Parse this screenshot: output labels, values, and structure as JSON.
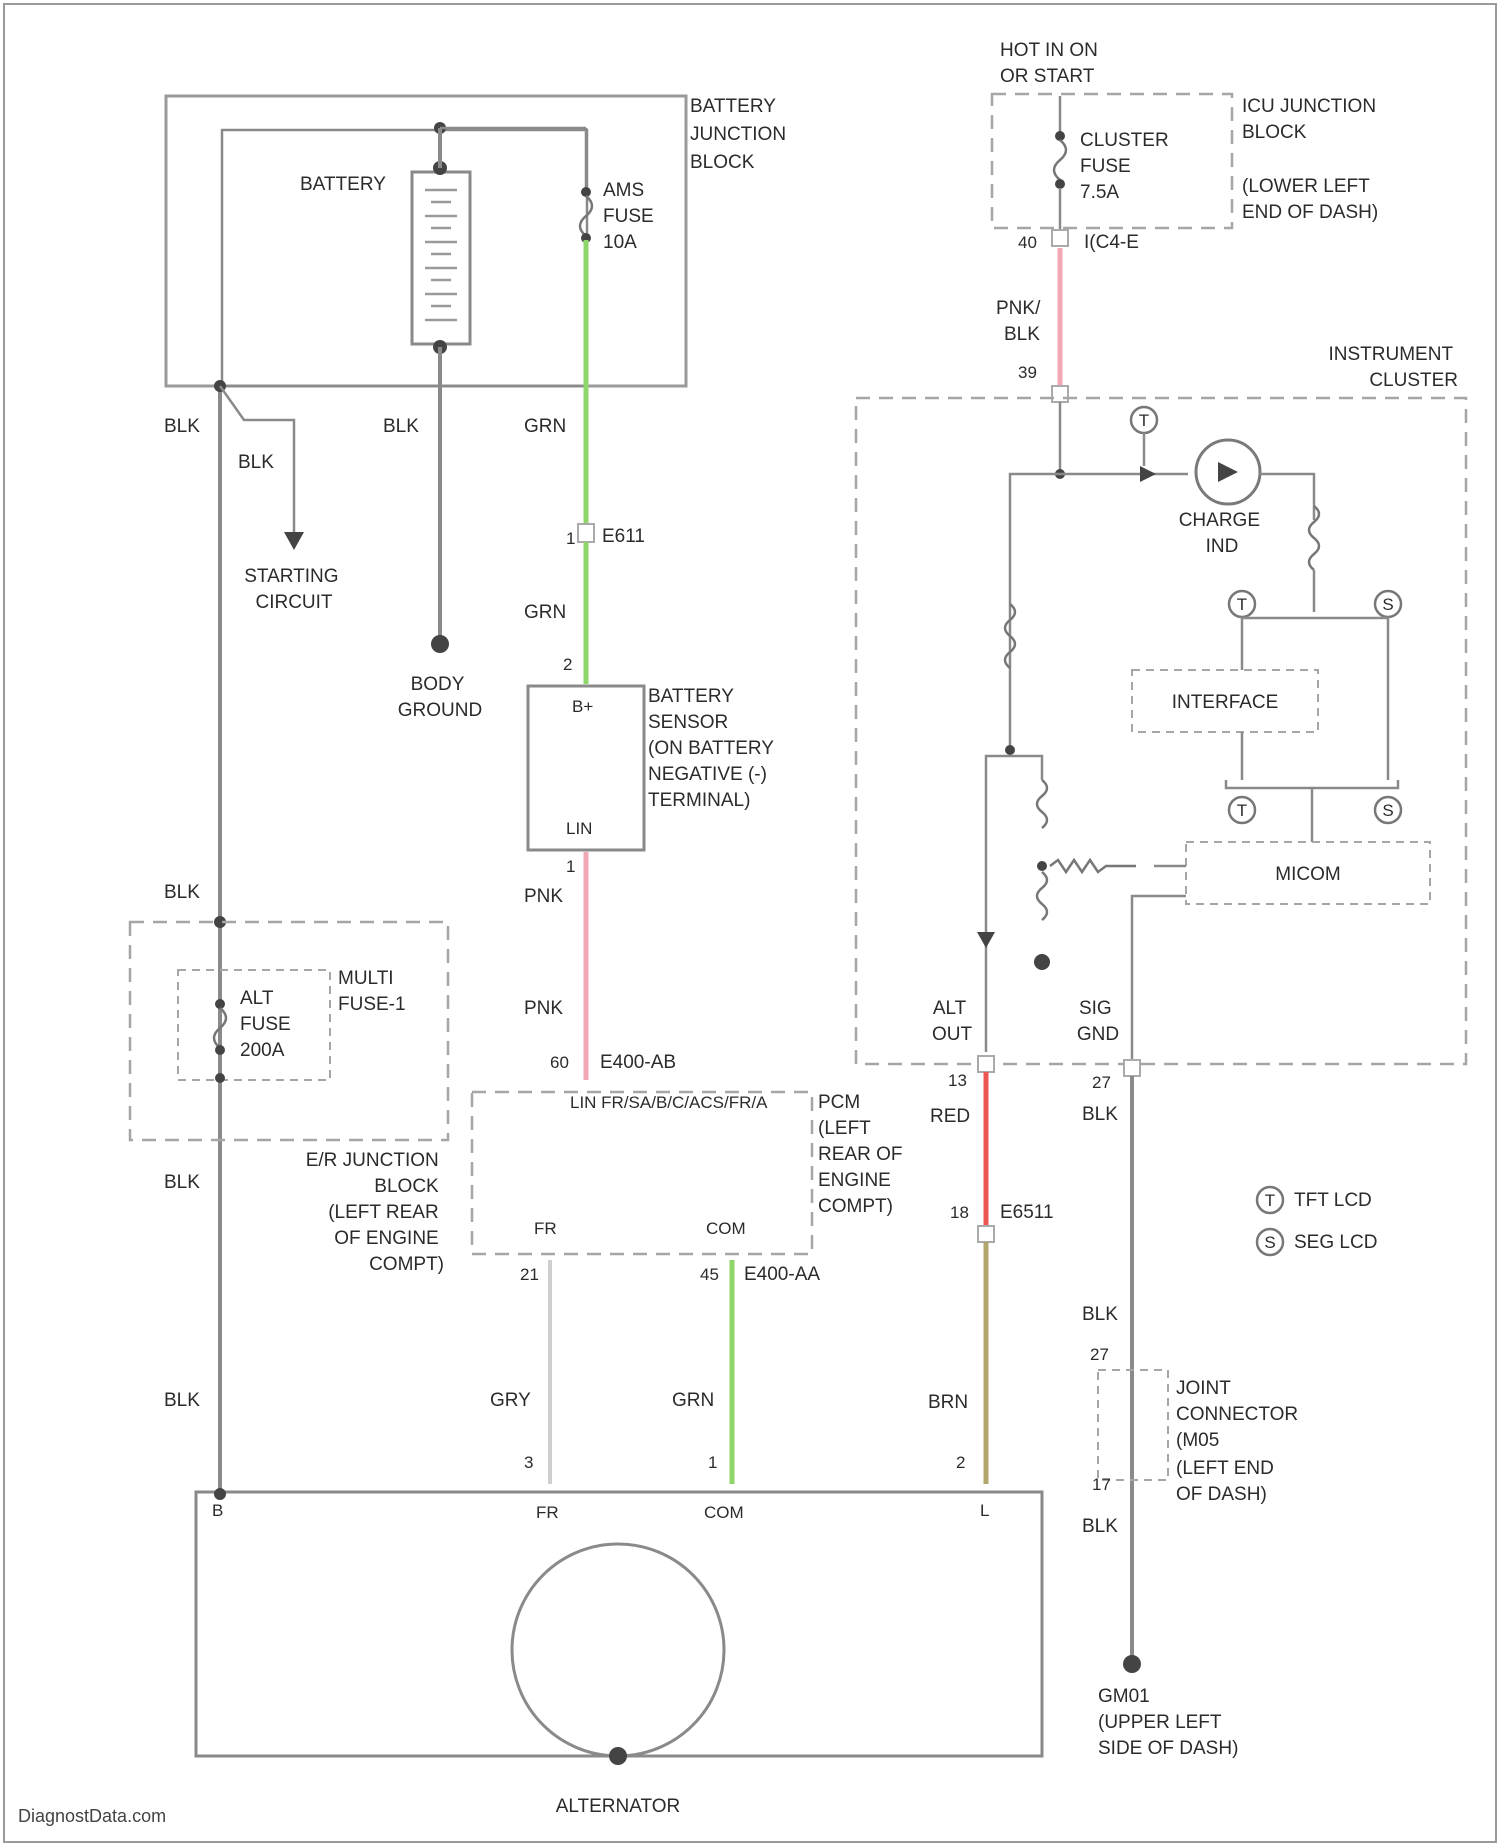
{
  "diagram": {
    "components": {
      "battery_junction_block": [
        "BATTERY",
        "JUNCTION",
        "BLOCK"
      ],
      "battery": "BATTERY",
      "ams_fuse": [
        "AMS",
        "FUSE",
        "10A"
      ],
      "starting_circuit": [
        "STARTING",
        "CIRCUIT"
      ],
      "body_ground": [
        "BODY",
        "GROUND"
      ],
      "battery_sensor": [
        "BATTERY",
        "SENSOR",
        "(ON BATTERY",
        "NEGATIVE (-)",
        "TERMINAL)"
      ],
      "battery_sensor_pins": {
        "bplus": "B+",
        "lin": "LIN"
      },
      "er_junction_block": [
        "E/R JUNCTION",
        "BLOCK",
        "(LEFT REAR",
        "OF ENGINE",
        "COMPT)"
      ],
      "multi_fuse": [
        "MULTI",
        "FUSE-1"
      ],
      "alt_fuse": [
        "ALT",
        "FUSE",
        "200A"
      ],
      "pcm": [
        "PCM",
        "(LEFT",
        "REAR OF",
        "ENGINE",
        "COMPT)"
      ],
      "pcm_pins": {
        "lin": "LIN",
        "fr": "FR",
        "com": "COM"
      },
      "hot_in": [
        "HOT IN ON",
        "OR START"
      ],
      "icu_junction_block": [
        "ICU JUNCTION",
        "BLOCK",
        "(LOWER LEFT",
        "END OF DASH)"
      ],
      "cluster_fuse": [
        "CLUSTER",
        "FUSE",
        "7.5A"
      ],
      "instrument_cluster": [
        "INSTRUMENT",
        "CLUSTER"
      ],
      "charge_ind": [
        "CHARGE",
        "IND"
      ],
      "interface": "INTERFACE",
      "micom": "MICOM",
      "alt_out": [
        "ALT",
        "OUT"
      ],
      "sig_gnd": [
        "SIG",
        "GND"
      ],
      "joint_connector": [
        "JOINT",
        "CONNECTOR",
        "(M05",
        "(LEFT END",
        "OF DASH)"
      ],
      "ground_gm01": [
        "GM01",
        "(UPPER LEFT",
        "SIDE OF DASH)"
      ],
      "alternator": "ALTERNATOR",
      "alternator_pins": {
        "b": "B",
        "fr": "FR",
        "com": "COM",
        "l": "L"
      }
    },
    "wires": {
      "blk": "BLK",
      "grn": "GRN",
      "pnk": "PNK",
      "pnk_blk": [
        "PNK/",
        "BLK"
      ],
      "red": "RED",
      "gry": "GRY",
      "brn": "BRN"
    },
    "connectors": {
      "e611": "E611",
      "e400_ab": "E400-AB",
      "e400_aa": "E400-AA",
      "e6511": "E6511",
      "i_c4_e": "I(C4-E",
      "pcm_strip": "LIN FR/SA/B/C/ACS/FR/A",
      "pin_2": "2",
      "pin_1": "1",
      "pin_40": "40",
      "pin_39": "39",
      "pin_60": "60",
      "pin_21": "21",
      "pin_45": "45",
      "pin_13": "13",
      "pin_18": "18",
      "pin_27": "27",
      "pin_17": "17",
      "pin_3": "3"
    },
    "legend": {
      "tft": "TFT LCD",
      "seg": "SEG LCD",
      "t_symbol": "T",
      "s_symbol": "S"
    },
    "watermark": "DiagnostData.com"
  },
  "colors": {
    "wire_blk": "#8a8a8a",
    "wire_grn": "#8ed66a",
    "wire_pnk": "#f1a7b4",
    "wire_red": "#ee5555",
    "wire_brn": "#b3a66c",
    "wire_gry": "#cfcfcf"
  }
}
